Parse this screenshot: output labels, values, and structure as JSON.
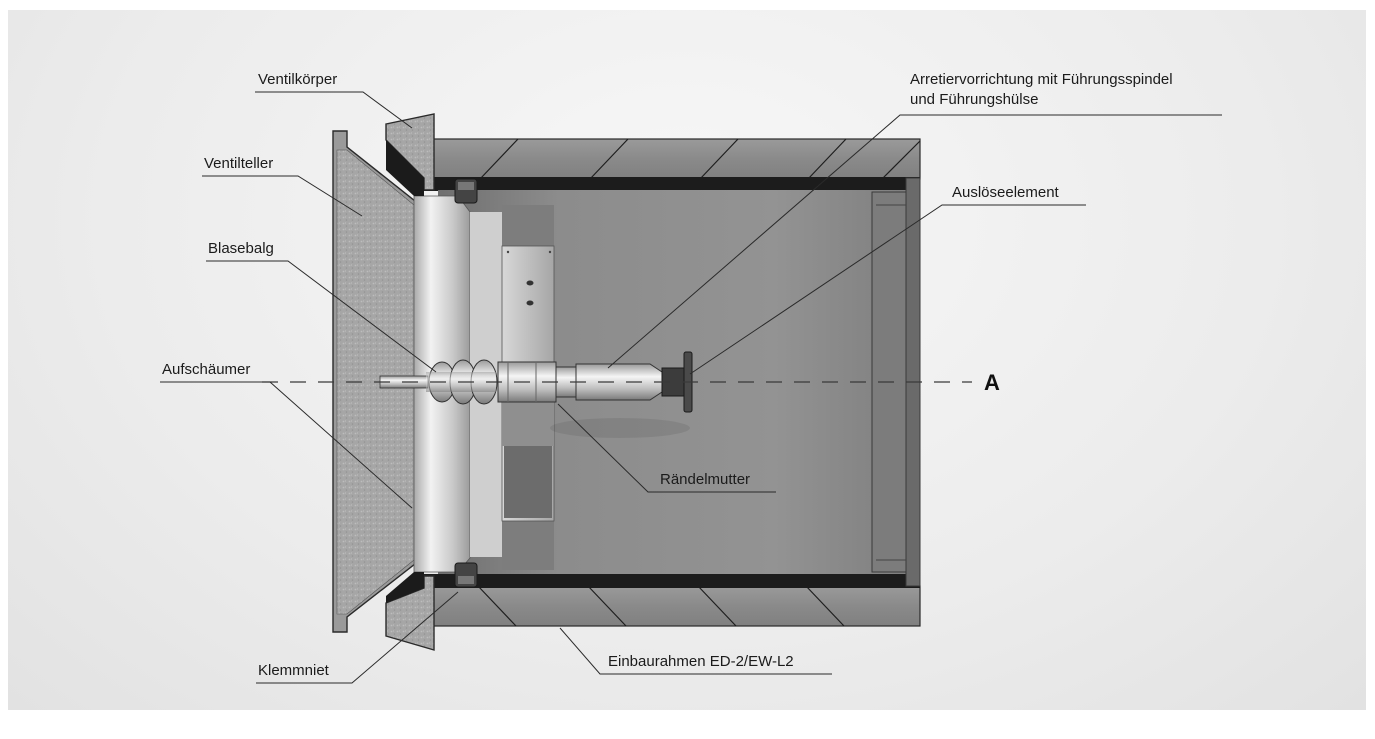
{
  "diagram": {
    "labels": {
      "ventilkoerper": "Ventilkörper",
      "ventilteller": "Ventilteller",
      "blasebalg": "Blasebalg",
      "aufschaeumer": "Aufschäumer",
      "klemmniet": "Klemmniet",
      "arretier_line1": "Arretiervorrichtung mit Führungsspindel",
      "arretier_line2": "und Führungshülse",
      "ausloeseelement": "Auslöseelement",
      "raendelmutter": "Rändelmutter",
      "einbaurahmen": "Einbaurahmen ED-2/EW-L2",
      "axis": "A"
    },
    "colors": {
      "background": "#ececec",
      "housing": "#8c8c8c",
      "housing_dark": "#5e5e5e",
      "foam": "#a9a9a9",
      "metal_light": "#dcdcdc",
      "line": "#2a2a2a"
    }
  }
}
